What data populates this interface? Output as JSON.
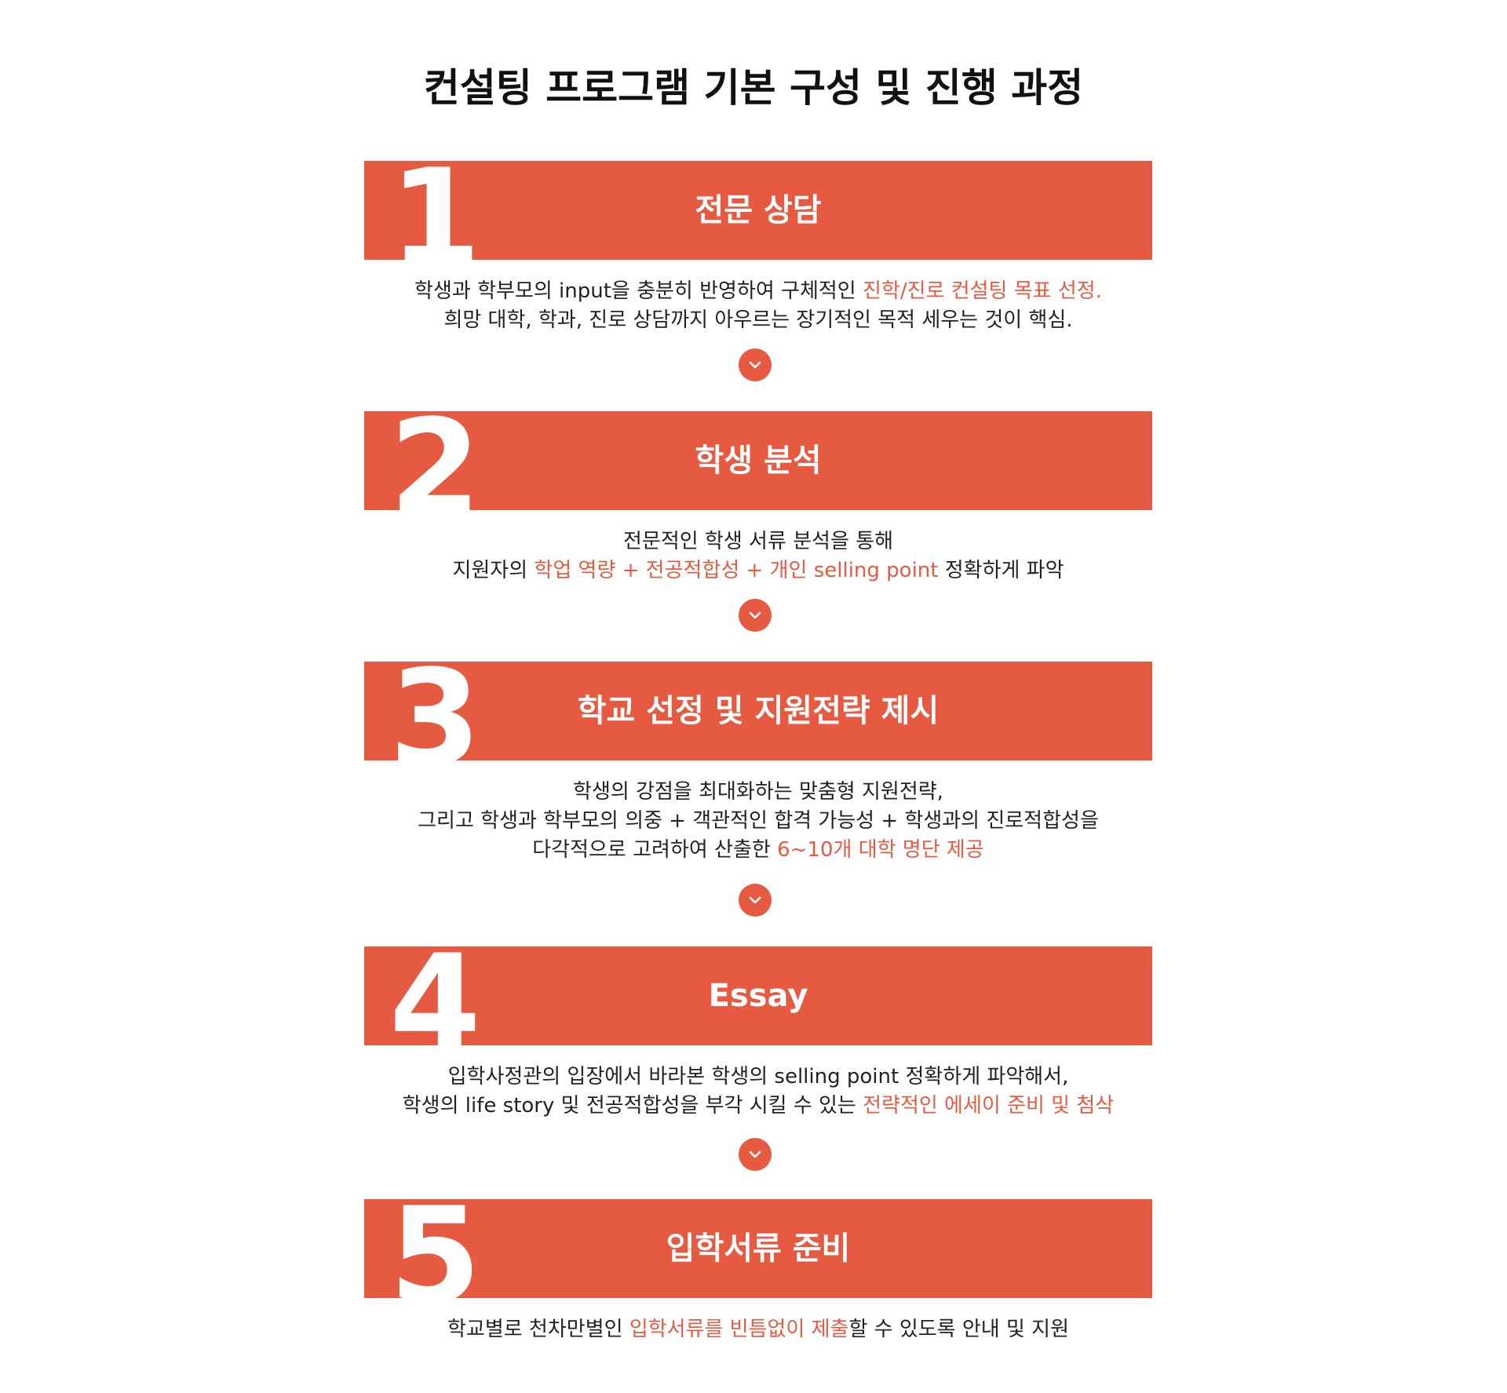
{
  "page_title": "컨설팅 프로그램 기본 구성 및 진행 과정",
  "colors": {
    "accent": "#e65a42",
    "text": "#222222"
  },
  "icons": {
    "step_arrow": "chevron-down-icon"
  },
  "steps": [
    {
      "number": "1",
      "title": "전문 상담",
      "lines": [
        [
          {
            "text": "학생과 학부모의 input을 충분히 반영하여 구체적인 "
          },
          {
            "text": "진학/진로  컨설팅 목표 선정.",
            "highlight": true
          }
        ],
        [
          {
            "text": "희망 대학, 학과, 진로 상담까지 아우르는 장기적인 목적 세우는 것이 핵심."
          }
        ]
      ]
    },
    {
      "number": "2",
      "title": "학생 분석",
      "lines": [
        [
          {
            "text": "전문적인 학생 서류 분석을 통해"
          }
        ],
        [
          {
            "text": "지원자의 "
          },
          {
            "text": "학업 역량 + 전공적합성 + 개인 selling point",
            "highlight": true
          },
          {
            "text": " 정확하게 파악"
          }
        ]
      ]
    },
    {
      "number": "3",
      "title": "학교 선정 및 지원전략 제시",
      "lines": [
        [
          {
            "text": "학생의 강점을 최대화하는 맞춤형 지원전략,"
          }
        ],
        [
          {
            "text": "그리고 학생과 학부모의 의중 + 객관적인 합격 가능성 + 학생과의 진로적합성을"
          }
        ],
        [
          {
            "text": "다각적으로 고려하여 산출한 "
          },
          {
            "text": "6~10개 대학 명단 제공",
            "highlight": true
          }
        ]
      ]
    },
    {
      "number": "4",
      "title": "Essay",
      "lines": [
        [
          {
            "text": "입학사정관의 입장에서 바라본 학생의 selling point 정확하게 파악해서,"
          }
        ],
        [
          {
            "text": "학생의 life story 및 전공적합성을 부각 시킬 수 있는 "
          },
          {
            "text": "전략적인 에세이 준비 및 첨삭",
            "highlight": true
          }
        ]
      ]
    },
    {
      "number": "5",
      "title": "입학서류 준비",
      "lines": [
        [
          {
            "text": "학교별로 천차만별인 "
          },
          {
            "text": "입학서류를 빈틈없이 제출",
            "highlight": true
          },
          {
            "text": "할 수 있도록 안내 및 지원"
          }
        ]
      ]
    }
  ]
}
